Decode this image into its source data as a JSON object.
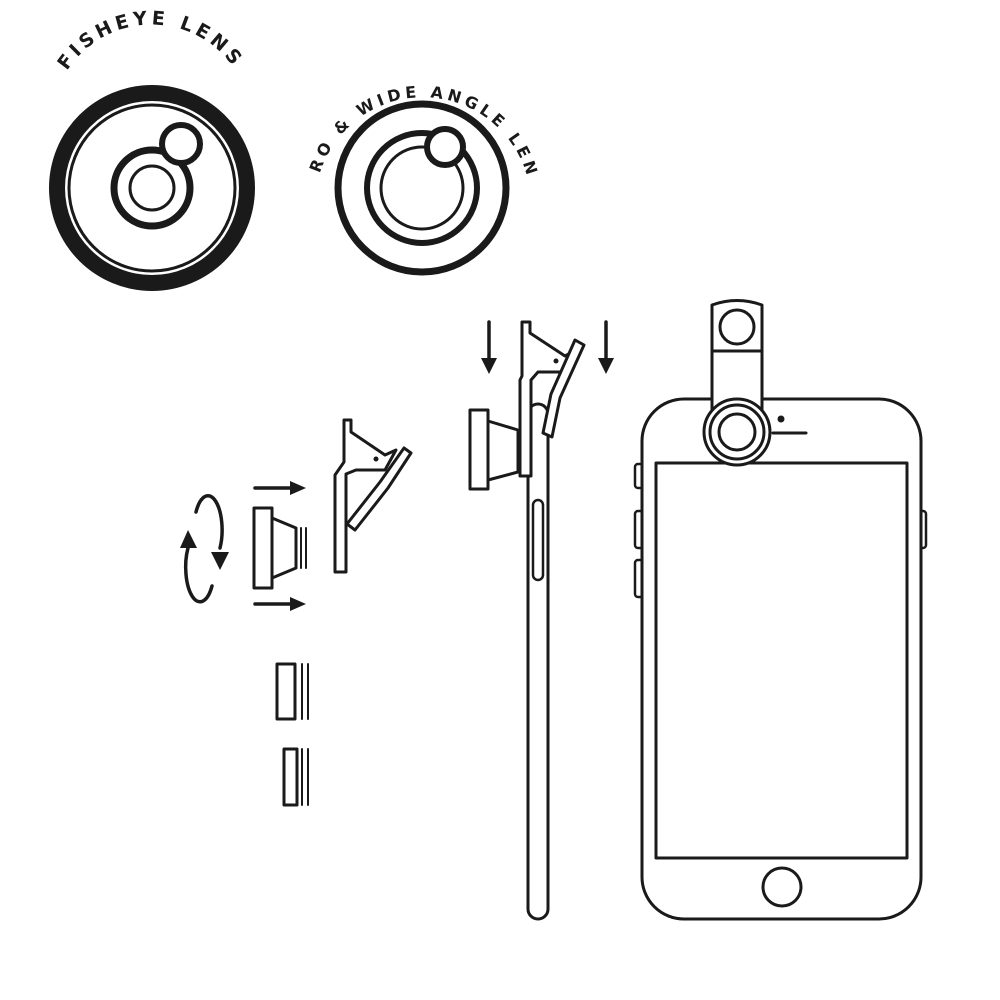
{
  "labels": {
    "fisheye": "FISHEYE LENS",
    "macro_wide": "MACRO & WIDE ANGLE LENSES"
  },
  "icons": {
    "fisheye_lens": "fisheye-lens-icon",
    "macro_wide_lens": "macro-wide-lens-icon",
    "rotate": "rotate-arrows-icon",
    "push_right": "arrow-right-icon",
    "push_down": "arrow-down-icon",
    "clip": "lens-clip-icon",
    "phone_side": "phone-side-view",
    "phone_front": "phone-front-view"
  },
  "colors": {
    "ink": "#1a1a1a",
    "background": "#ffffff"
  }
}
